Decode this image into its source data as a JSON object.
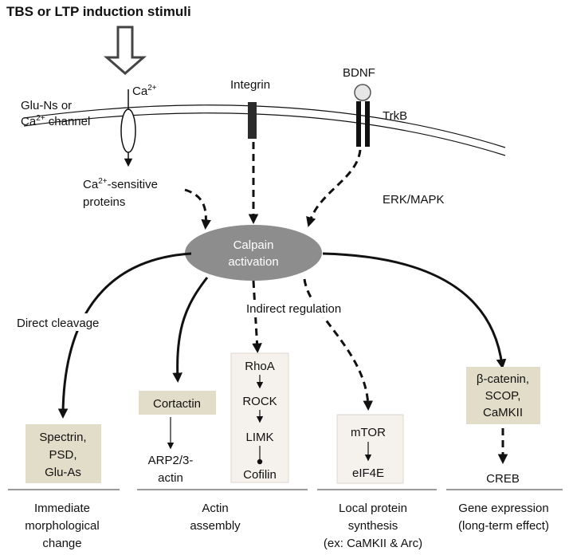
{
  "title": "TBS or LTP induction stimuli",
  "membrane": {
    "channel_label_line1": "Glu-Ns or",
    "channel_label_line2_pre": "Ca",
    "channel_label_line2_sup": "2+",
    "channel_label_line2_post": " channel",
    "ca_label": "Ca",
    "ca_sup": "2+",
    "integrin": "Integrin",
    "bdnf": "BDNF",
    "trkb": "TrkB"
  },
  "upstream": {
    "ca_sensitive_pre": "Ca",
    "ca_sensitive_sup": "2+",
    "ca_sensitive_post": "-sensitive",
    "ca_sensitive_line2": "proteins",
    "erk": "ERK/MAPK"
  },
  "calpain": {
    "line1": "Calpain",
    "line2": "activation"
  },
  "branches": {
    "direct_cleavage": "Direct cleavage",
    "indirect_regulation": "Indirect regulation"
  },
  "boxes": {
    "spectrin": [
      "Spectrin,",
      "PSD,",
      "Glu-As"
    ],
    "cortactin": "Cortactin",
    "arp": [
      "ARP2/3-",
      "actin"
    ],
    "rho_chain": [
      "RhoA",
      "ROCK",
      "LIMK",
      "Cofilin"
    ],
    "mtor_chain": [
      "mTOR",
      "eIF4E"
    ],
    "catenin": [
      "β-catenin,",
      "SCOP,",
      "CaMKII"
    ],
    "creb": "CREB"
  },
  "outcomes": {
    "immediate": [
      "Immediate",
      "morphological",
      "change"
    ],
    "actin": [
      "Actin",
      "assembly"
    ],
    "local": [
      "Local protein",
      "synthesis",
      "(ex: CaMKII & Arc)"
    ],
    "gene": [
      "Gene expression",
      "(long-term effect)"
    ]
  },
  "colors": {
    "calpain_fill": "#8d8d8d",
    "box_tan": "#e2ddc9",
    "box_light": "#f5f1ed"
  }
}
